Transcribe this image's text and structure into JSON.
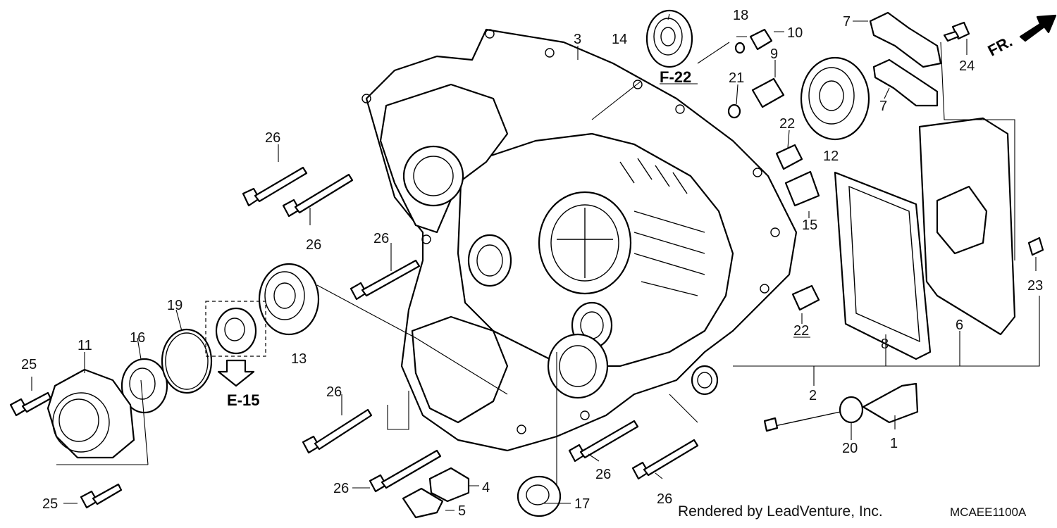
{
  "labels": {
    "l1": "1",
    "l2": "2",
    "l3": "3",
    "l4": "4",
    "l5": "5",
    "l6": "6",
    "l7a": "7",
    "l7b": "7",
    "l8": "8",
    "l9": "9",
    "l10": "10",
    "l11": "11",
    "l12": "12",
    "l13": "13",
    "l14": "14",
    "l15": "15",
    "l16": "16",
    "l17": "17",
    "l18": "18",
    "l19": "19",
    "l20": "20",
    "l21": "21",
    "l22a": "22",
    "l22b": "22",
    "l23": "23",
    "l24": "24",
    "l25a": "25",
    "l25b": "25",
    "l26a": "26",
    "l26b": "26",
    "l26c": "26",
    "l26d": "26",
    "l26e": "26",
    "l26f": "26",
    "l26g": "26"
  },
  "references": {
    "f22": "F-22",
    "e15": "E-15"
  },
  "direction": {
    "front": "FR."
  },
  "footer": {
    "credit": "Rendered by LeadVenture, Inc.",
    "code": "MCAEE1100A"
  }
}
